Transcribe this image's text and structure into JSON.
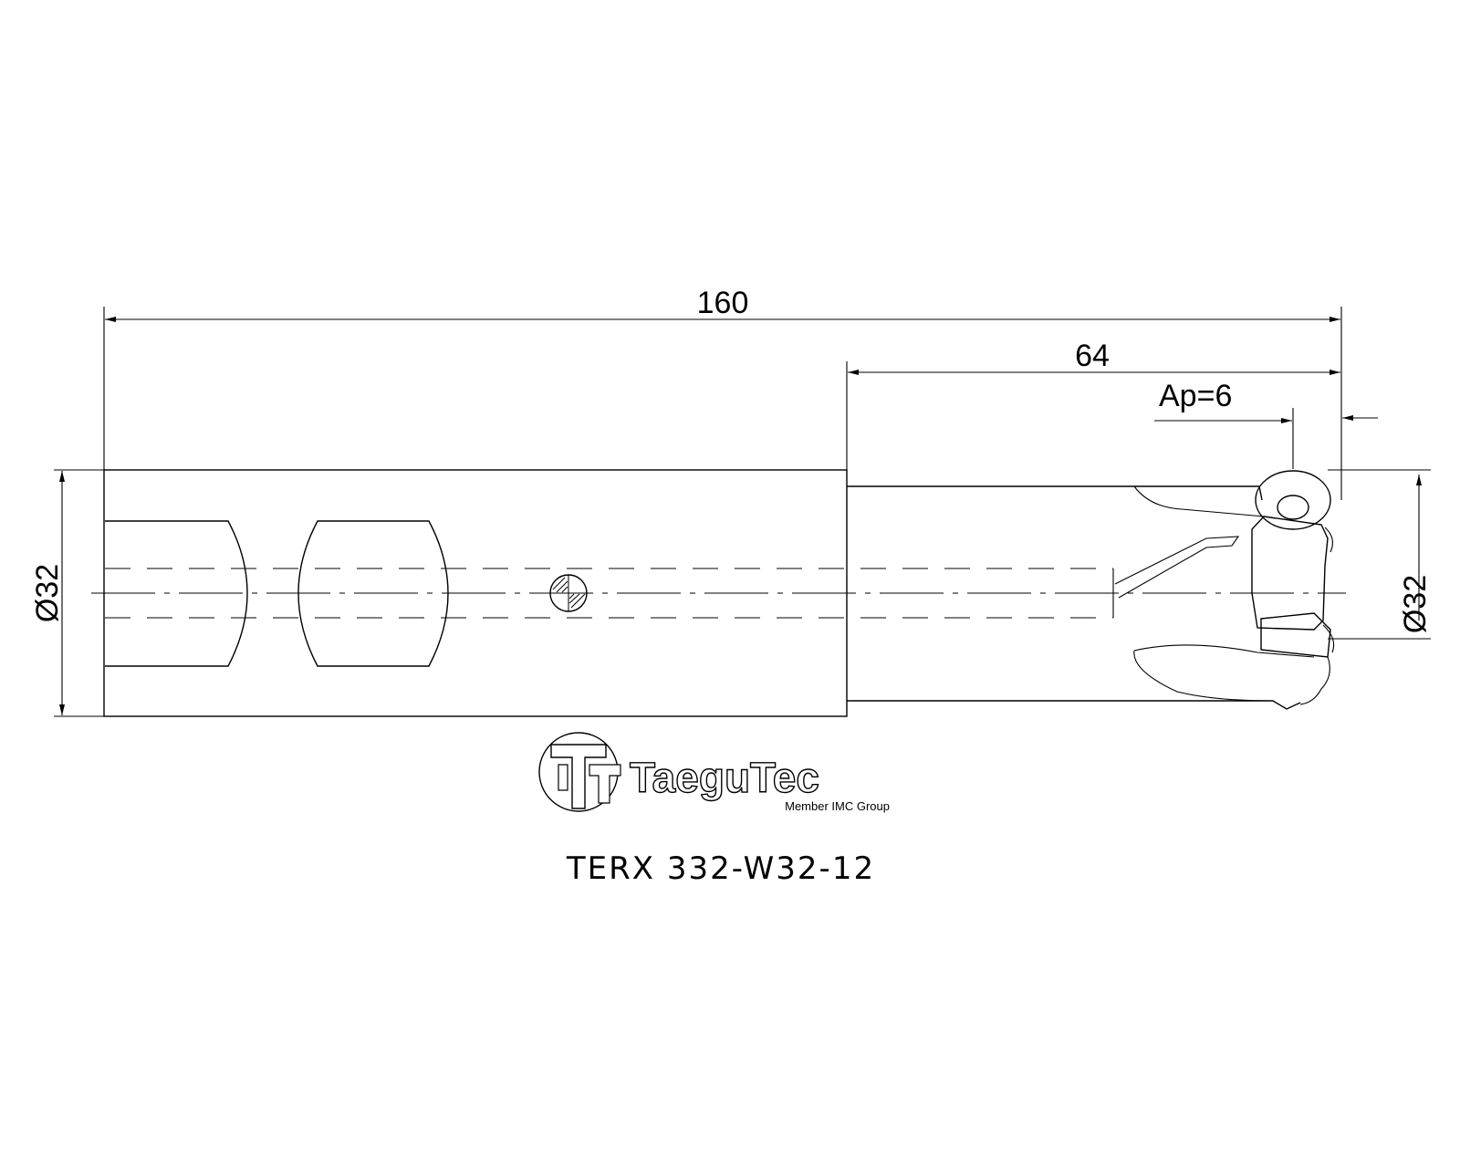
{
  "dimensions": {
    "overall_length": "160",
    "head_length": "64",
    "depth_of_cut": "Ap=6",
    "shank_diameter": "Ø32",
    "cutting_diameter": "Ø32"
  },
  "logo": {
    "brand": "TaeguTec",
    "tagline": "Member IMC Group"
  },
  "part_number": "TERX 332-W32-12"
}
